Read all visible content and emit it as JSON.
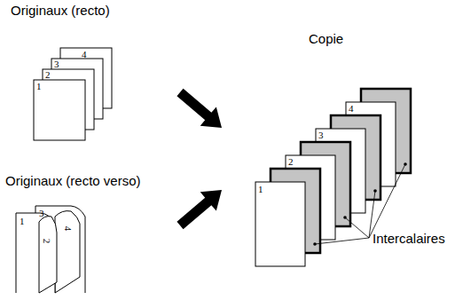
{
  "diagram": {
    "labels": [
      "Originaux (recto)",
      "1",
      "2",
      "3",
      "4",
      "Copie",
      "1",
      "2",
      "3",
      "4",
      "Originaux (recto verso)",
      "1",
      "3",
      "2",
      "4",
      "Intercalaires"
    ]
  }
}
